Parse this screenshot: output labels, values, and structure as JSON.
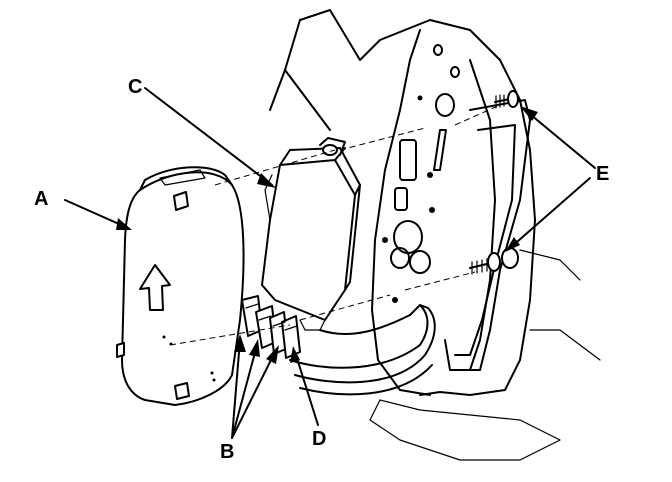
{
  "figure": {
    "callouts": {
      "a": "A",
      "b": "B",
      "c": "C",
      "d": "D",
      "e": "E"
    },
    "parts": [
      "cover-panel",
      "harness-connectors",
      "control-unit",
      "wire-harness",
      "mounting-bolts",
      "door-frame-panel"
    ],
    "colors": {
      "ink": "#000000",
      "background": "#ffffff"
    }
  }
}
